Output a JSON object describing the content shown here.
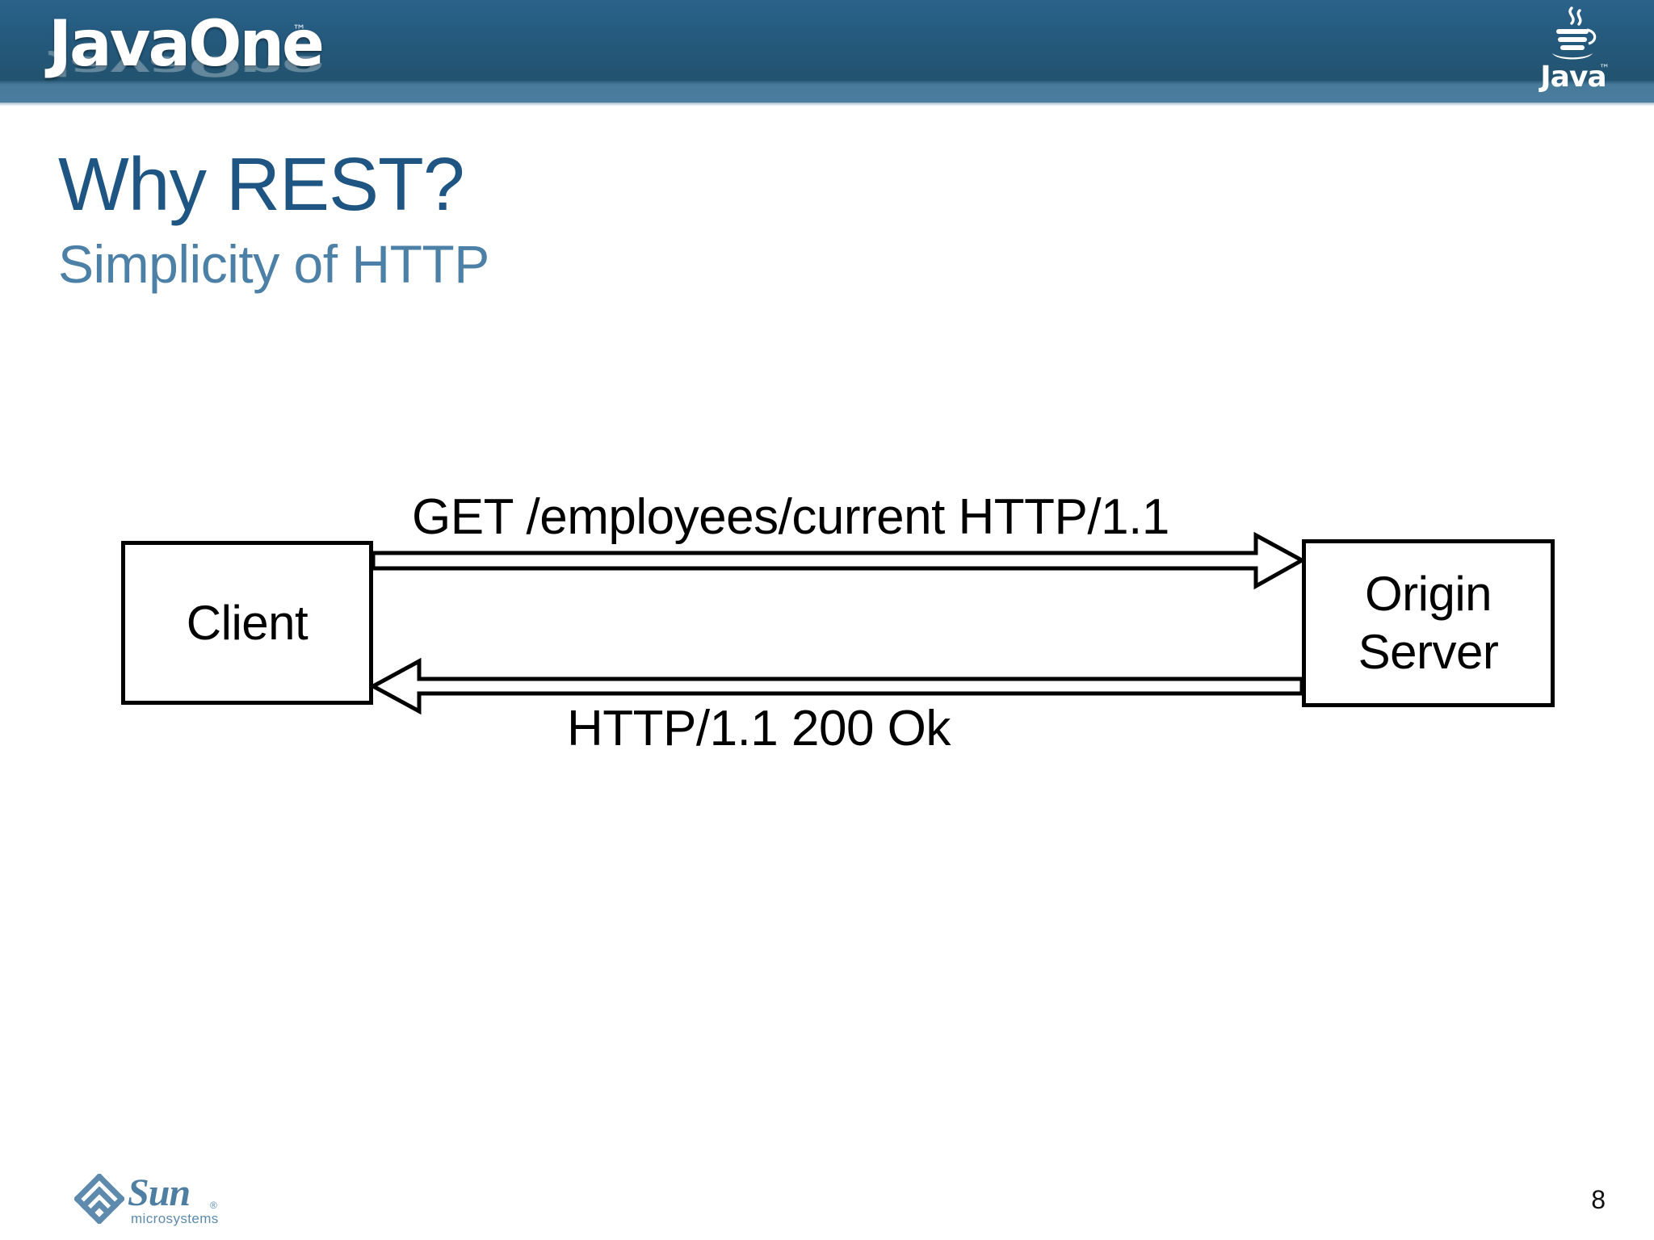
{
  "header": {
    "brand_wordmark": "JavaOne",
    "brand_trademark": "™",
    "java_wordmark": "Java",
    "java_trademark": "™",
    "java_cup_icon": "java-coffee-cup-icon",
    "band_color": "#255A7E",
    "reflection_band_color": "#4A7C9C"
  },
  "slide": {
    "title": "Why REST?",
    "subtitle": "Simplicity of HTTP",
    "title_color": "#1F5582",
    "subtitle_color": "#4C80A6"
  },
  "diagram": {
    "type": "sequence-exchange",
    "nodes": [
      {
        "id": "client",
        "label": "Client"
      },
      {
        "id": "origin-server",
        "label": "Origin\nServer",
        "label_line1": "Origin",
        "label_line2": "Server"
      }
    ],
    "messages": [
      {
        "id": "request",
        "label": "GET /employees/current HTTP/1.1",
        "from": "client",
        "to": "origin-server",
        "direction": "right",
        "style": "hollow-block-arrow"
      },
      {
        "id": "response",
        "label": "HTTP/1.1 200 Ok",
        "from": "origin-server",
        "to": "client",
        "direction": "left",
        "style": "hollow-block-arrow"
      }
    ],
    "stroke_color": "#000000"
  },
  "footer": {
    "sun_wordmark": "Sun",
    "sun_registered": "®",
    "sun_subtext": "microsystems",
    "sun_mark_icon": "sun-diamond-logo-icon",
    "page_number": "8",
    "brand_color": "#4E7FA3"
  }
}
